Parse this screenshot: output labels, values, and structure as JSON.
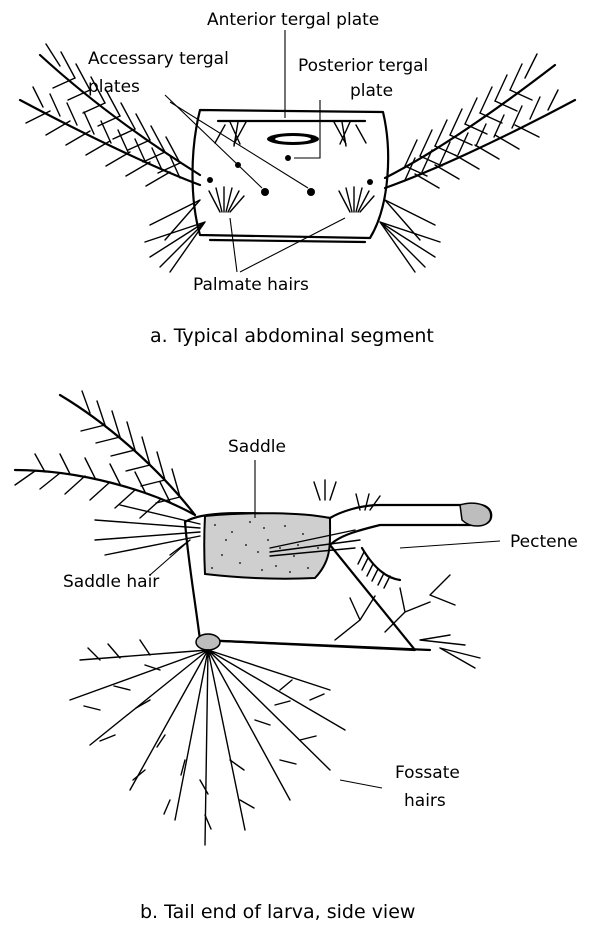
{
  "panel_a": {
    "labels": {
      "anterior_tergal_plate": "Anterior tergal plate",
      "accessary_tergal_plates_1": "Accessary tergal",
      "accessary_tergal_plates_2": "plates",
      "posterior_tergal_plate_1": "Posterior tergal",
      "posterior_tergal_plate_2": "plate",
      "palmate_hairs": "Palmate hairs"
    },
    "caption": "a. Typical abdominal segment"
  },
  "panel_b": {
    "labels": {
      "saddle": "Saddle",
      "pectene": "Pectene",
      "saddle_hair": "Saddle hair",
      "fossate_hairs_1": "Fossate",
      "fossate_hairs_2": "hairs"
    },
    "caption": "b. Tail end of larva, side view"
  }
}
